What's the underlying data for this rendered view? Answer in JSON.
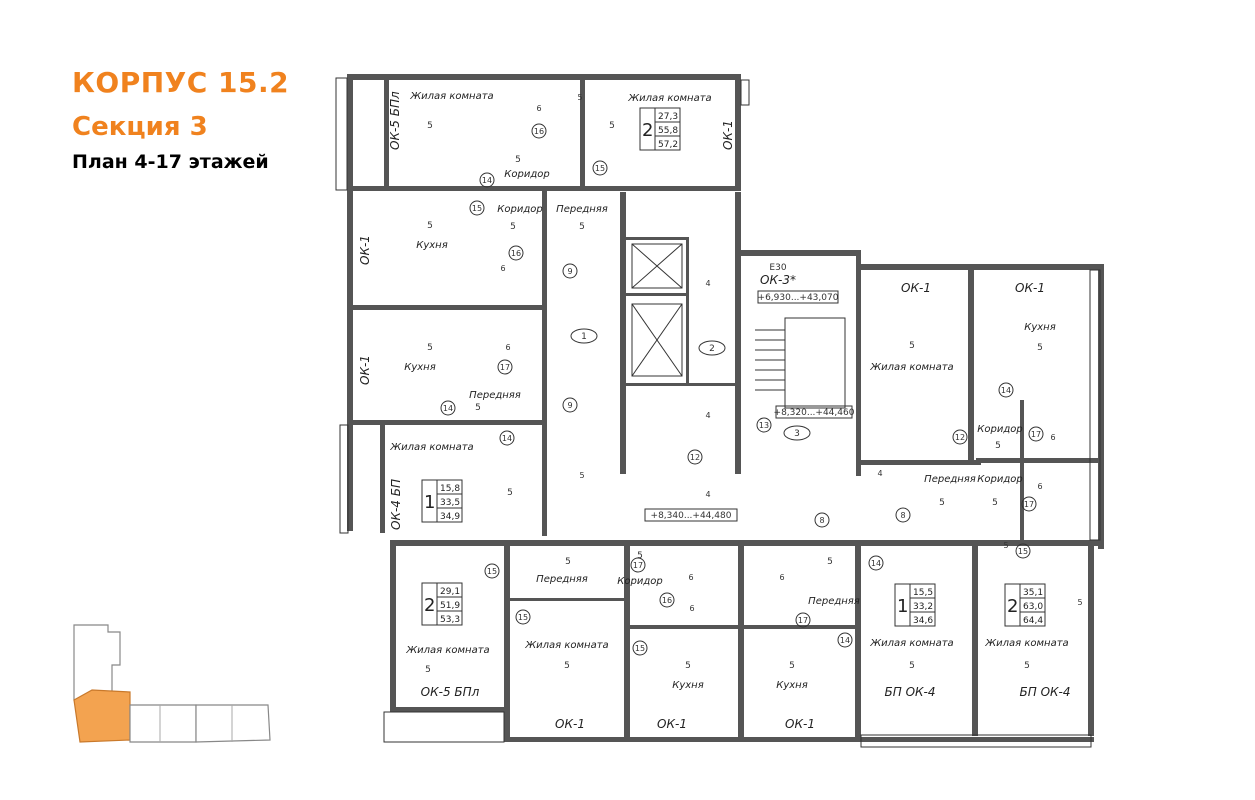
{
  "header": {
    "building": "КОРПУС 15.2",
    "section": "Секция 3",
    "plan": "План 4-17 этажей"
  },
  "colors": {
    "accent": "#f0821e",
    "highlight": "#f3a350",
    "wall": "#555555"
  },
  "rooms": [
    {
      "label": "Жилая комната",
      "num": "5"
    },
    {
      "label": "Коридор",
      "num": "5"
    },
    {
      "label": "Жилая комната",
      "num": "5"
    },
    {
      "label": "Коридор",
      "num": "5"
    },
    {
      "label": "Передняя",
      "num": "5"
    },
    {
      "label": "Кухня",
      "num": "5"
    },
    {
      "label": "Кухня",
      "num": "5"
    },
    {
      "label": "Передняя",
      "num": "5"
    },
    {
      "label": "Жилая комната",
      "num": "5"
    },
    {
      "label": "Жилая комната",
      "num": "5"
    },
    {
      "label": "Кухня",
      "num": "5"
    },
    {
      "label": "Коридор",
      "num": "5"
    },
    {
      "label": "Коридор",
      "num": "5"
    },
    {
      "label": "Передняя",
      "num": "5"
    },
    {
      "label": "Жилая комната",
      "num": "5"
    },
    {
      "label": "Передняя",
      "num": "5"
    },
    {
      "label": "Коридор",
      "num": "5"
    },
    {
      "label": "Жилая комната",
      "num": "5"
    },
    {
      "label": "Кухня",
      "num": "5"
    },
    {
      "label": "Кухня",
      "num": "5"
    },
    {
      "label": "Передняя",
      "num": "5"
    },
    {
      "label": "Жилая комната",
      "num": "5"
    },
    {
      "label": "Жилая комната",
      "num": "5"
    }
  ],
  "window_labels": [
    "ОК-5 БПл",
    "ОК-1",
    "ОК-1",
    "ОК-1",
    "ОК-4 БП",
    "ОК-3*",
    "ОК-1",
    "ОК-1",
    "ОК-5 БПл",
    "ОК-1",
    "ОК-1",
    "ОК-1",
    "БП ОК-4",
    "БП ОК-4"
  ],
  "stair_code": "Е30",
  "apartments": [
    {
      "rooms": "2",
      "living": "27,3",
      "total": "55,8",
      "total_b": "57,2"
    },
    {
      "rooms": "1",
      "living": "15,8",
      "total": "33,5",
      "total_b": "34,9"
    },
    {
      "rooms": "2",
      "living": "29,1",
      "total": "51,9",
      "total_b": "53,3"
    },
    {
      "rooms": "1",
      "living": "15,5",
      "total": "33,2",
      "total_b": "34,6"
    },
    {
      "rooms": "2",
      "living": "35,1",
      "total": "63,0",
      "total_b": "64,4"
    }
  ],
  "elevations": [
    "+6,930...+43,070",
    "+8,320...+44,460",
    "+8,340...+44,480"
  ],
  "zones": [
    "1",
    "2",
    "3"
  ],
  "zone_numbers": [
    "4",
    "4",
    "4",
    "4",
    "5",
    "5",
    "5",
    "5",
    "6",
    "6",
    "6",
    "6",
    "6",
    "6",
    "6",
    "6"
  ],
  "tags": [
    "14",
    "15",
    "15",
    "15",
    "16",
    "16",
    "17",
    "14",
    "14",
    "9",
    "9",
    "13",
    "12",
    "12",
    "17",
    "16",
    "15",
    "17",
    "15",
    "8",
    "8",
    "14",
    "14",
    "17",
    "14",
    "17",
    "15"
  ]
}
